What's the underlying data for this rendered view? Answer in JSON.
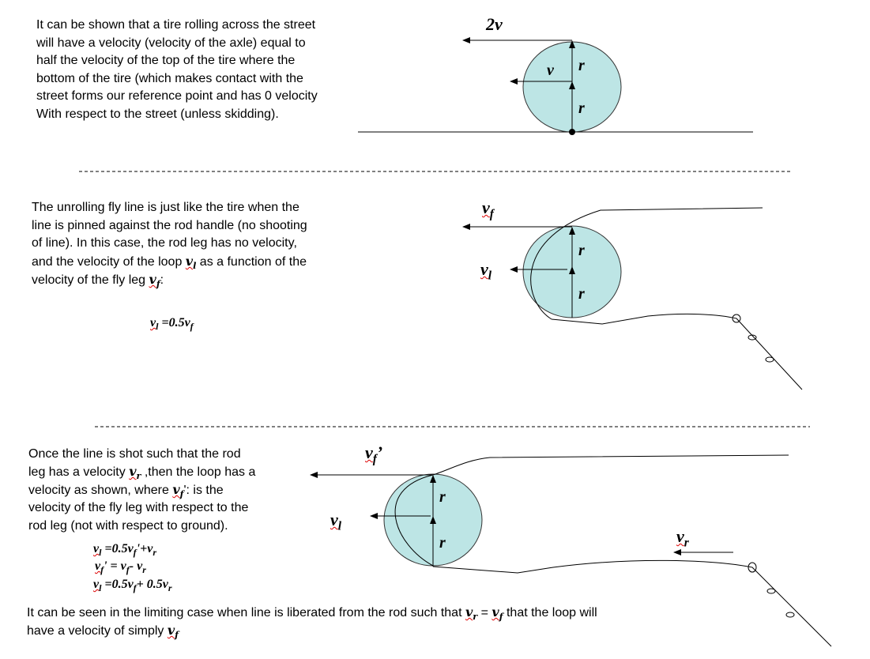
{
  "section1": {
    "lines": [
      "It can be shown that a tire rolling across the street",
      "will have a velocity (velocity of the axle) equal to",
      "half the velocity of the top of the tire where the",
      "bottom of the tire (which makes contact with the",
      "street forms our reference point and has 0 velocity",
      "With respect to the street (unless skidding)."
    ],
    "labels": {
      "top_velocity": "2v",
      "axle_velocity": "v",
      "radius_upper": "r",
      "radius_lower": "r"
    }
  },
  "section2": {
    "lines": [
      "The unrolling fly line is just like the tire when the",
      "line is pinned against the rod handle (no shooting",
      "of line).  In this case, the rod leg has no velocity,",
      "and the velocity of the loop ",
      " as a function of the",
      "velocity of the fly leg ",
      ":"
    ],
    "equation": {
      "lhs": "v",
      "lhs_sub": "l",
      "rhs": " =0.5v",
      "rhs_sub": "f"
    },
    "labels": {
      "fly_v": "v",
      "fly_sub": "f",
      "loop_v": "v",
      "loop_sub": "l",
      "radius_upper": "r",
      "radius_lower": "r"
    }
  },
  "section3": {
    "lines": [
      "Once the line is shot such that the rod",
      "leg has a velocity ",
      " ,then the loop has a",
      "velocity as shown, where ",
      "': is the",
      "velocity of the fly leg with respect to the",
      "rod leg (not with respect to ground)."
    ],
    "equations": [
      "=0.5v",
      "'+v",
      "' = v",
      "- v",
      "=0.5v",
      "+ 0.5v"
    ],
    "conclusion": [
      "It can be seen in the limiting case when line is liberated from the rod such that ",
      " = ",
      " that the loop will",
      "have a velocity of simply "
    ],
    "labels": {
      "fly_v": "v",
      "fly_sub": "f",
      "prime": "’",
      "loop_v": "v",
      "loop_sub": "l",
      "rod_v": "v",
      "rod_sub": "r",
      "radius_upper": "r",
      "radius_lower": "r"
    }
  },
  "symbols": {
    "v": "v",
    "l": "l",
    "f": "f",
    "r": "r"
  },
  "colors": {
    "loop_fill": "#bde5e5",
    "stroke": "#000000",
    "squiggle": "#dd0000"
  }
}
